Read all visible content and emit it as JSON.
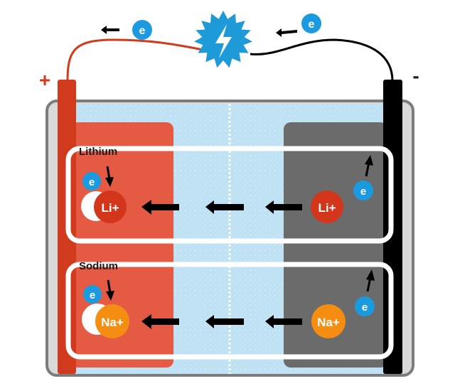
{
  "terminals": {
    "positive": "+",
    "negative": "-"
  },
  "electron_symbol": "e",
  "sections": {
    "lithium": {
      "label": "Lithium",
      "ion": "Li+"
    },
    "sodium": {
      "label": "Sodium",
      "ion": "Na+"
    }
  },
  "colors": {
    "cathode": "#e55a43",
    "anode": "#6b6b6b",
    "electrolyte": "#bfe1f4",
    "casing": "#d9d9d9",
    "positive_wire": "#d23a1d",
    "negative_wire": "#000000",
    "electron": "#1b9ae0",
    "lithium_ion": "#d4361c",
    "sodium_ion": "#f58d12",
    "bulb": "#1f9ad9"
  }
}
